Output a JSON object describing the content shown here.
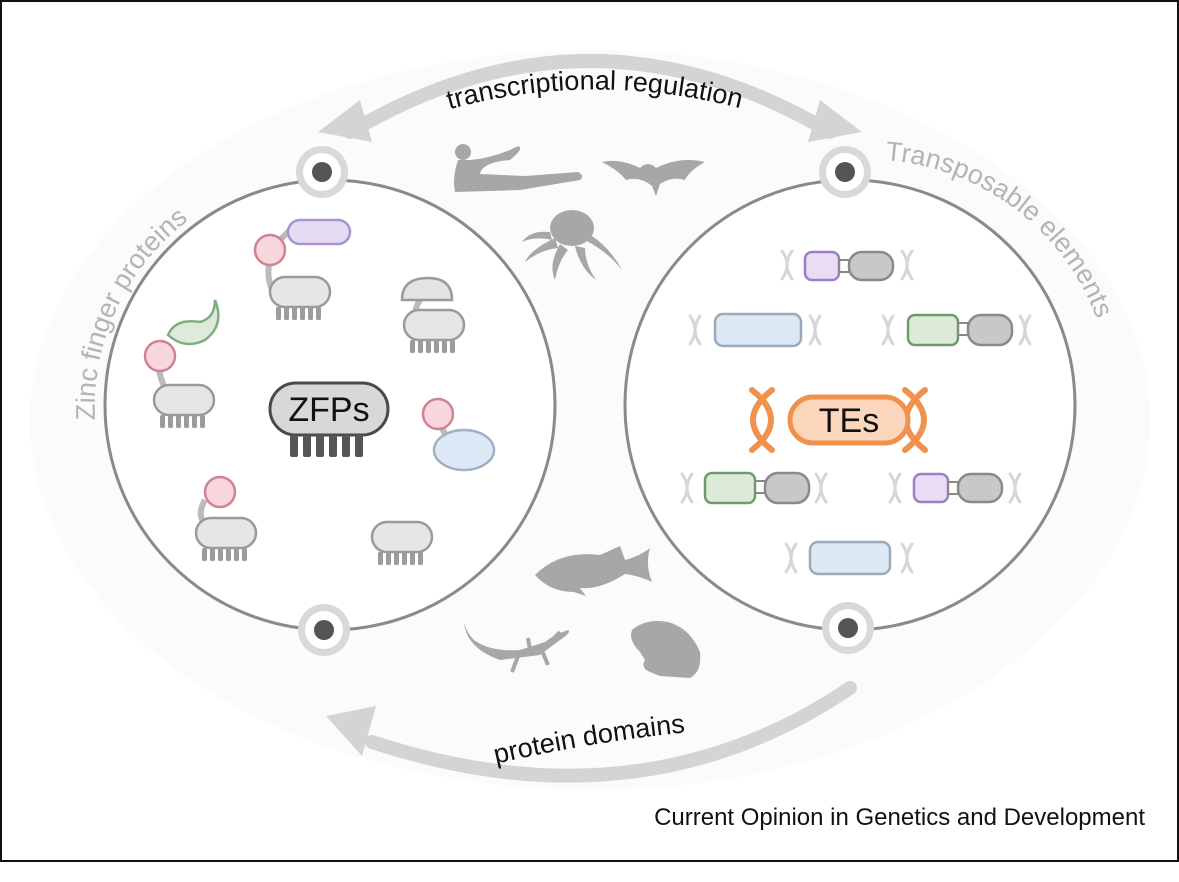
{
  "figure": {
    "caption": "Current Opinion in Genetics and Development",
    "arrows": {
      "top_label": "transcriptional regulation",
      "bottom_label": "protein domains"
    },
    "left_circle": {
      "arc_label": "Zinc finger proteins",
      "center_label": "ZFPs",
      "items": [
        {
          "type": "zfp-with-domain",
          "domain_shape": "pill",
          "domain_color": "#e4dcf3",
          "domain_stroke": "#a892cf"
        },
        {
          "type": "zfp-with-domain",
          "domain_shape": "comma",
          "domain_color": "#dcebdc",
          "domain_stroke": "#7fae80"
        },
        {
          "type": "zfp-with-domain",
          "domain_shape": "dome",
          "domain_color": "#e3e3e3",
          "domain_stroke": "#9a9a9a"
        },
        {
          "type": "zfp-with-domain",
          "domain_shape": "ellipse",
          "domain_color": "#dde9f6",
          "domain_stroke": "#9fb1c5"
        },
        {
          "type": "zfp-with-krab",
          "domain_shape": "circle"
        },
        {
          "type": "zfp-plain"
        }
      ]
    },
    "right_circle": {
      "arc_label": "Transposable elements",
      "center_label": "TEs",
      "items": [
        {
          "type": "te-two-orf",
          "first_color": "#e8ddf4",
          "first_stroke": "#9c7fc8"
        },
        {
          "type": "te-single",
          "first_color": "#dce8f4",
          "first_stroke": "#9aaabb"
        },
        {
          "type": "te-two-orf",
          "first_color": "#dcebd8",
          "first_stroke": "#6f9a6c"
        },
        {
          "type": "te-two-orf",
          "first_color": "#dcebd8",
          "first_stroke": "#6f9a6c"
        },
        {
          "type": "te-two-orf",
          "first_color": "#e8ddf4",
          "first_stroke": "#9c7fc8"
        },
        {
          "type": "te-single",
          "first_color": "#dce8f4",
          "first_stroke": "#9aaabb"
        }
      ]
    },
    "organisms": [
      "human-icon",
      "bat-icon",
      "octopus-icon",
      "fish-icon",
      "lizard-icon",
      "frog-icon"
    ],
    "colors": {
      "arrow": "#d4d4d4",
      "circle_stroke": "#8a8a8a",
      "label_gray": "#b4b4b4",
      "te_orange": "#f0914e",
      "te_fill": "#fbd6bd",
      "krab_fill": "#f7d6dc",
      "krab_stroke": "#cf8394",
      "zfp_fill": "#e6e6e6",
      "zfp_stroke": "#9a9a9a",
      "silhouette": "#a7a7a9"
    }
  }
}
